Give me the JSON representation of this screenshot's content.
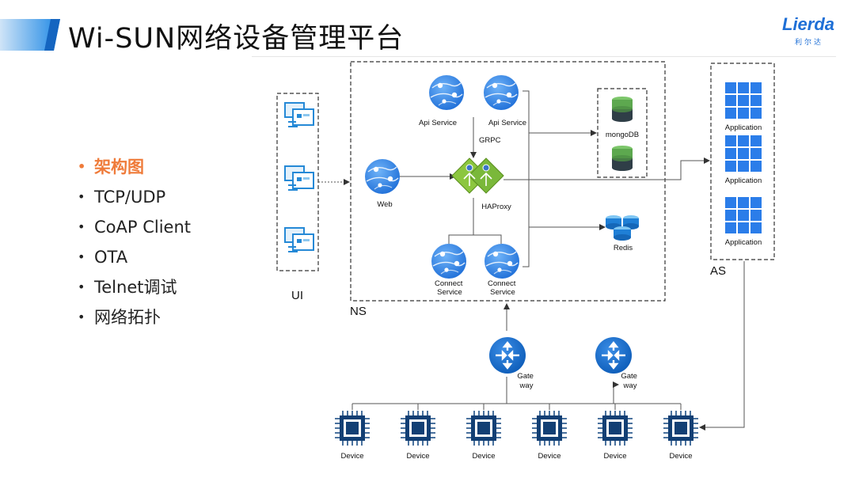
{
  "title": "Wi-SUN网络设备管理平台",
  "logo": {
    "main": "Lierda",
    "sub": "利尔达"
  },
  "colors": {
    "accent": "#1e88e5",
    "active_bullet": "#ef7b3a",
    "icon_blue": "#2b7de9",
    "dark_blue": "#0b4f8a"
  },
  "bullets": [
    {
      "label": "架构图",
      "active": true
    },
    {
      "label": "TCP/UDP",
      "active": false
    },
    {
      "label": "CoAP Client",
      "active": false
    },
    {
      "label": "OTA",
      "active": false
    },
    {
      "label": "Telnet调试",
      "active": false
    },
    {
      "label": "网络拓扑",
      "active": false
    }
  ],
  "diagram": {
    "groups": {
      "ui": "UI",
      "ns": "NS",
      "as": "AS"
    },
    "services": {
      "api1": "Api Service",
      "api2": "Api Service",
      "grpc": "GRPC",
      "web": "Web",
      "haproxy": "HAProxy",
      "mongodb": "mongoDB",
      "redis": "Redis",
      "connect1": [
        "Connect",
        "Service"
      ],
      "connect2": [
        "Connect",
        "Service"
      ]
    },
    "applications": [
      "Application",
      "Application",
      "Application"
    ],
    "gateways": [
      [
        "Gate",
        "way"
      ],
      [
        "Gate",
        "way"
      ]
    ],
    "devices": [
      "Device",
      "Device",
      "Device",
      "Device",
      "Device",
      "Device"
    ]
  }
}
